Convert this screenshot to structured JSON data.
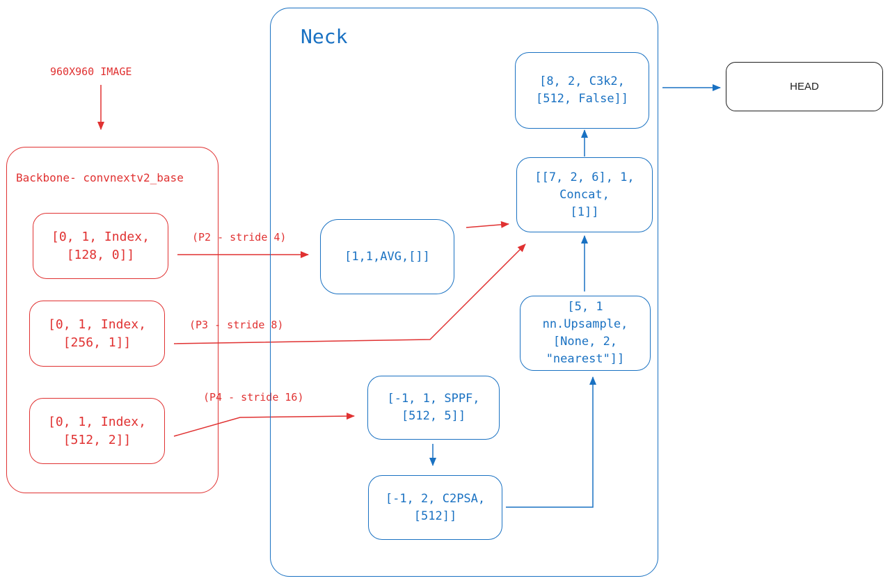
{
  "input_label": "960X960 IMAGE",
  "backbone": {
    "title": "Backbone- convnextv2_base",
    "p2_node": "[0, 1, Index,\n[128, 0]]",
    "p3_node": "[0, 1, Index,\n[256, 1]]",
    "p4_node": "[0, 1, Index,\n[512, 2]]"
  },
  "edges": {
    "p2": "(P2 - stride 4)",
    "p3": "(P3 - stride 8)",
    "p4": "(P4 - stride 16)"
  },
  "neck": {
    "title": "Neck",
    "avg_node": "[1,1,AVG,[]]",
    "sppf_node": "[-1, 1, SPPF,\n[512, 5]]",
    "c2psa_node": "[-1, 2, C2PSA,\n[512]]",
    "upsample_node": "[5, 1\nnn.Upsample,\n[None, 2,\n\"nearest\"]]",
    "concat_node": "[[7, 2, 6], 1,\nConcat,\n[1]]",
    "c3k2_node": "[8,    2, C3k2,\n[512, False]]"
  },
  "head": {
    "label": "HEAD"
  },
  "colors": {
    "backbone": "#e03131",
    "neck": "#1971c2",
    "head": "#1e1e1e"
  }
}
